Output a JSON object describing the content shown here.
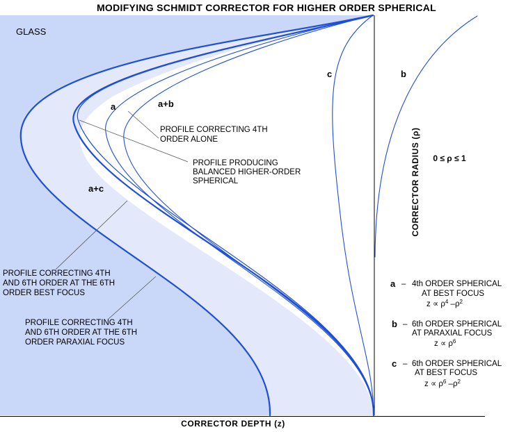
{
  "title": "MODIFYING SCHMIDT CORRECTOR FOR HIGHER ORDER SPHERICAL",
  "glass_label": "GLASS",
  "x_axis_label": "CORRECTOR DEPTH (z)",
  "y_axis_label": "CORRECTOR RADIUS (ρ)",
  "radius_range": "0 ≤ ρ ≤ 1",
  "curve_labels": {
    "a": "a",
    "a_plus_b": "a+b",
    "a_plus_c": "a+c",
    "b": "b",
    "c": "c"
  },
  "annotations": {
    "profile_4th": [
      "PROFILE CORRECTING 4TH",
      "ORDER ALONE"
    ],
    "profile_balanced": [
      "PROFILE PRODUCING",
      "BALANCED HIGHER-ORDER",
      "SPHERICAL"
    ],
    "profile_best_focus": [
      "PROFILE CORRECTING 4TH",
      "AND 6TH ORDER AT THE 6TH",
      " ORDER BEST FOCUS"
    ],
    "profile_paraxial": [
      "PROFILE CORRECTING 4TH",
      "AND 6TH ORDER AT THE 6TH",
      "ORDER PARAXIAL FOCUS"
    ]
  },
  "legend": [
    {
      "key": "a",
      "dash": "–",
      "lines": [
        "4th ORDER SPHERICAL",
        "AT BEST FOCUS"
      ],
      "formula": {
        "base": "z ∝ ρ",
        "exp1": "4",
        "mid": " –ρ",
        "exp2": "2"
      }
    },
    {
      "key": "b",
      "dash": "–",
      "lines": [
        "6th ORDER SPHERICAL",
        "AT PARAXIAL FOCUS"
      ],
      "formula": {
        "base": "z ∝ ρ",
        "exp1": "6",
        "mid": "",
        "exp2": ""
      }
    },
    {
      "key": "c",
      "dash": "–",
      "lines": [
        "6th ORDER SPHERICAL",
        "AT BEST FOCUS"
      ],
      "formula": {
        "base": "z ∝ ρ",
        "exp1": "6",
        "mid": " –ρ",
        "exp2": "2"
      }
    }
  ],
  "colors": {
    "glass_dark": "#c9d7f8",
    "glass_light": "#e3e9fb",
    "curve": "#1f4fd6",
    "axis": "#000000"
  }
}
